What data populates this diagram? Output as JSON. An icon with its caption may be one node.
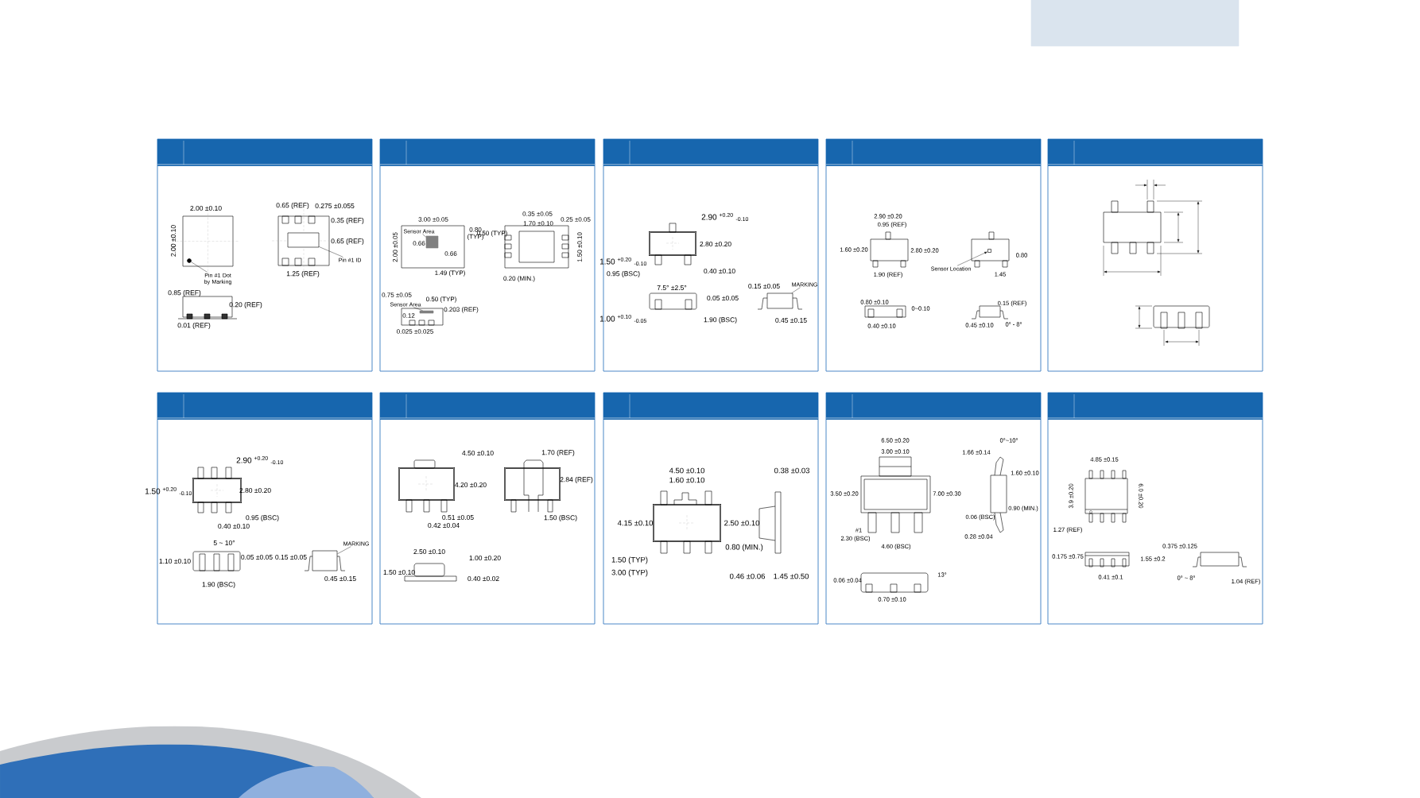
{
  "diagram": {
    "nodes": [
      {
        "text": [
          "Pin #1 Dot by Marking"
        ]
      },
      {
        "text": [
          "Pin #1 ID"
        ]
      },
      {
        "text": [
          "Sensor Area"
        ]
      },
      {
        "text": [
          "Sensor Area"
        ]
      },
      {
        "text": [
          "MARKING"
        ]
      },
      {
        "text": [
          "Sensor Location"
        ]
      },
      {
        "text": [
          "MARKING"
        ]
      },
      {
        "text": [],
        "shape": "circle"
      },
      {
        "text": [],
        "shape": "box"
      },
      {
        "text": [],
        "shape": "box"
      },
      {
        "text": [],
        "shape": "bar"
      },
      {
        "text": [],
        "shape": "box"
      },
      {
        "text": [],
        "shape": "box"
      },
      {
        "text": [],
        "shape": "box"
      },
      {
        "text": [],
        "shape": "box"
      }
    ],
    "edges": [
      {
        "from": 0,
        "to": 7,
        "arrow": "none"
      },
      {
        "from": 1,
        "to": 8,
        "arrow": "none"
      },
      {
        "from": 2,
        "to": 9,
        "arrow": "none"
      },
      {
        "from": 3,
        "to": 10,
        "arrow": "none"
      },
      {
        "from": 4,
        "to": 11,
        "arrow": "none"
      },
      {
        "from": 5,
        "to": 12,
        "arrow": "to"
      },
      {
        "from": 6,
        "to": 13,
        "arrow": "none"
      }
    ],
    "labels": [
      "2.00 ±0.10",
      "2.00 ±0.10",
      "0.65 (REF)",
      "0.275 ±0.055",
      "0.35 (REF)",
      "0.65 (REF)",
      "1.25 (REF)",
      "0.85 (REF)",
      "0.20 (REF)",
      "0.01 (REF)",
      "3.00 ±0.05",
      "2.00 ±0.05",
      "0.66",
      "0.66",
      "0.80 (TYP)",
      "1.49 (TYP)",
      "0.50 (TYP)",
      "0.35 ±0.05",
      "1.70 ±0.10",
      "0.25 ±0.05",
      "1.50 ±0.10",
      "0.20 (MIN.)",
      "0.75 ±0.05",
      "0.50 (TYP)",
      "0.12",
      "0.203 (REF)",
      "0.025 ±0.025",
      "2.90 $^{+0.20}$ $_{-0.10}$",
      "2.80 ±0.20",
      "1.50 $^{+0.20}$ $_{-0.10}$",
      "0.95 (BSC)",
      "0.40 ±0.10",
      "7.5° ±2.5°",
      "0.05 ±0.05",
      "1.00 $^{+0.10}$ $_{-0.05}$",
      "1.90 (BSC)",
      "0.15 ±0.05",
      "0.45 ±0.15",
      "2.90 ±0.20",
      "0.95 (REF)",
      "1.60 ±0.20",
      "2.80 ±0.20",
      "1.90 (REF)",
      "0.80",
      "1.45",
      "0.80 ±0.10",
      "0~0.10",
      "0.40 ±0.10",
      "0.15 (REF)",
      "0.45 ±0.10",
      "0° - 8°",
      "2.90 $^{+0.20}$ $_{-0.10}$",
      "1.50 $^{+0.20}$ $_{-0.10}$",
      "2.80 ±0.20",
      "0.95 (BSC)",
      "0.40 ±0.10",
      "5 ~ 10°",
      "1.10 ±0.10",
      "0.05 ±0.05",
      "1.90 (BSC)",
      "0.15 ±0.05",
      "0.45 ±0.15",
      "4.50 ±0.10",
      "4.20 ±0.20",
      "0.51 ±0.05",
      "0.42 ±0.04",
      "1.70 (REF)",
      "2.84 (REF)",
      "1.50 (BSC)",
      "2.50 ±0.10",
      "1.00 ±0.20",
      "1.50 ±0.10",
      "0.40 ±0.02",
      "4.50 ±0.10",
      "1.60 ±0.10",
      "4.15 ±0.10",
      "2.50 ±0.10",
      "0.80 (MIN.)",
      "1.50 (TYP)",
      "3.00 (TYP)",
      "0.46 ±0.06",
      "0.38 ±0.03",
      "1.45 ±0.50",
      "6.50 ±0.20",
      "3.00 ±0.10",
      "3.50 ±0.20",
      "7.00 ±0.30",
      "#1",
      "2.30 (BSC)",
      "4.60 (BSC)",
      "0°~10°",
      "1.66 ±0.14",
      "1.60 ±0.10",
      "0.90 (MIN.)",
      "0.06 (BSC)",
      "0.28 ±0.04",
      "13°",
      "0.06 ±0.04",
      "0.70 ±0.10",
      "4.85 ±0.15",
      "3.9 ±0.20",
      "6.0 ±0.20",
      "1.27 (REF)",
      "0.175 ±0.75",
      "1.55 ±0.2",
      "0.41 ±0.1",
      "0.375 ±0.125",
      "0° ~ 8°",
      "1.04 (REF)"
    ]
  }
}
